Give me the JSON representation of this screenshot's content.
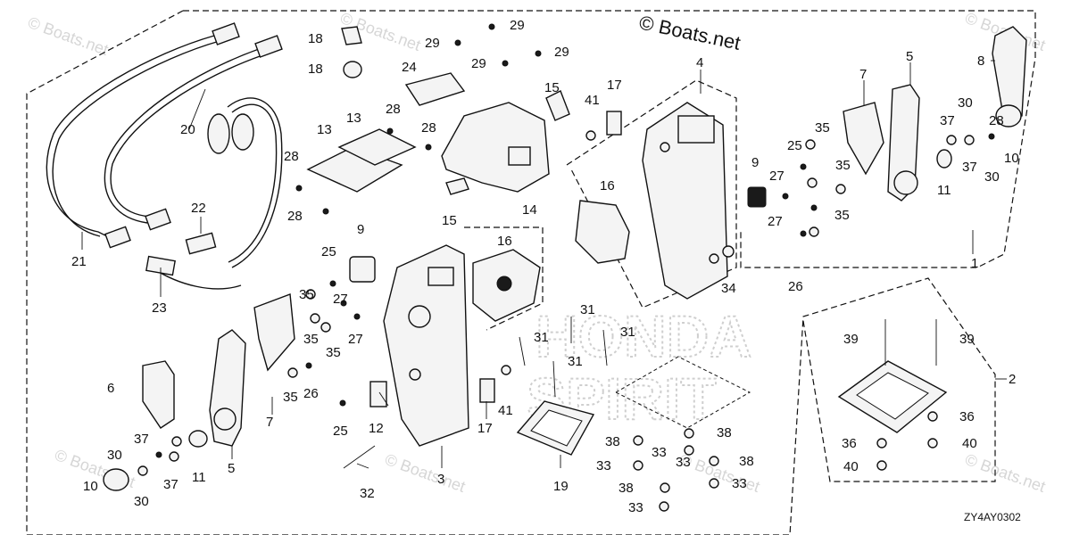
{
  "copyright": "© Boats.net",
  "watermark": "© Boats.net",
  "diagram_code": "ZY4AY0302",
  "brand_watermark": [
    "HONDA",
    "SPIRIT"
  ],
  "callouts": [
    "1",
    "2",
    "3",
    "4",
    "5",
    "5",
    "6",
    "7",
    "7",
    "8",
    "9",
    "9",
    "10",
    "10",
    "11",
    "11",
    "12",
    "13",
    "13",
    "14",
    "15",
    "15",
    "16",
    "16",
    "17",
    "17",
    "18",
    "18",
    "19",
    "20",
    "21",
    "22",
    "23",
    "24",
    "25",
    "25",
    "25",
    "26",
    "26",
    "27",
    "27",
    "27",
    "27",
    "28",
    "28",
    "28",
    "28",
    "28",
    "29",
    "29",
    "29",
    "29",
    "30",
    "30",
    "30",
    "30",
    "31",
    "31",
    "31",
    "31",
    "32",
    "33",
    "33",
    "33",
    "33",
    "33",
    "34",
    "35",
    "35",
    "35",
    "35",
    "35",
    "35",
    "35",
    "36",
    "36",
    "37",
    "37",
    "37",
    "37",
    "38",
    "38",
    "38",
    "38",
    "39",
    "39",
    "40",
    "40",
    "41",
    "41"
  ]
}
